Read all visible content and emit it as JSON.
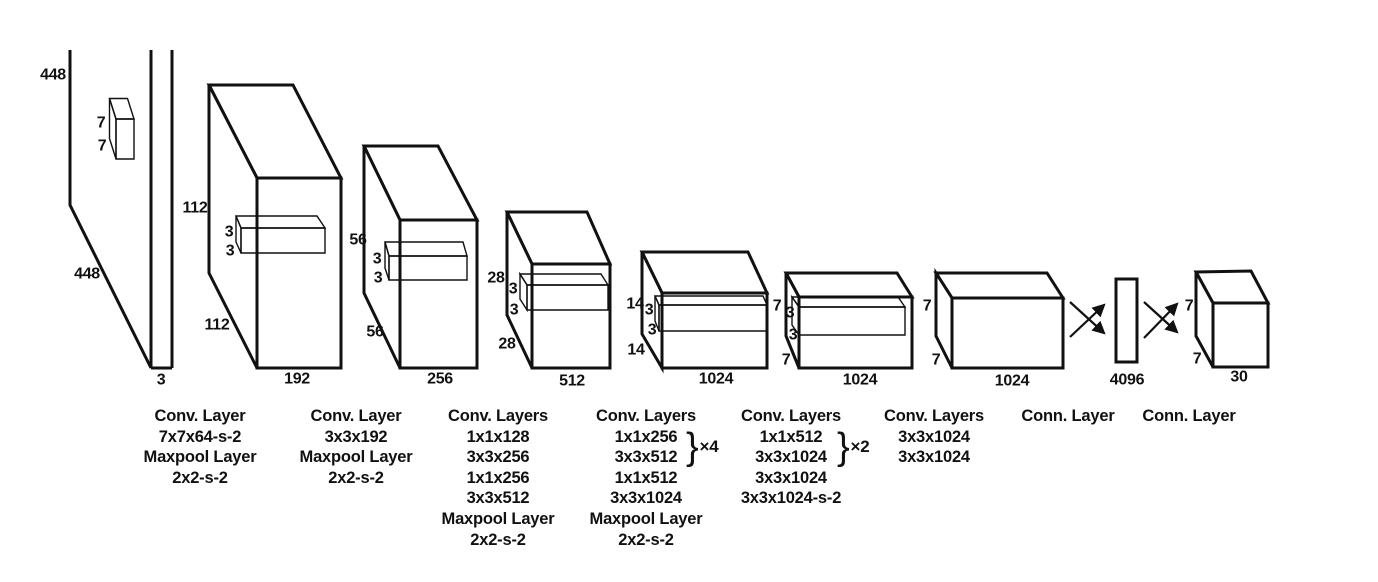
{
  "figure": {
    "input": {
      "height": "448",
      "width": "448",
      "depth": "3",
      "kernel_h": "7",
      "kernel_w": "7"
    },
    "stages": [
      {
        "height": "112",
        "width": "112",
        "depth": "192",
        "kernel_h": "3",
        "kernel_w": "3"
      },
      {
        "height": "56",
        "width": "56",
        "depth": "256",
        "kernel_h": "3",
        "kernel_w": "3"
      },
      {
        "height": "28",
        "width": "28",
        "depth": "512",
        "kernel_h": "3",
        "kernel_w": "3"
      },
      {
        "height": "14",
        "width": "14",
        "depth": "1024",
        "kernel_h": "3",
        "kernel_w": "3"
      },
      {
        "height": "7",
        "width": "7",
        "depth": "1024",
        "kernel_h": "3",
        "kernel_w": "3"
      },
      {
        "height": "7",
        "width": "7",
        "depth": "1024"
      }
    ],
    "fc": {
      "units": "4096"
    },
    "output": {
      "height": "7",
      "width": "7",
      "depth": "30"
    }
  },
  "labels": {
    "col1": {
      "lines": [
        "Conv. Layer",
        "7x7x64-s-2",
        "Maxpool Layer",
        "2x2-s-2"
      ]
    },
    "col2": {
      "lines": [
        "Conv. Layer",
        "3x3x192",
        "Maxpool Layer",
        "2x2-s-2"
      ]
    },
    "col3": {
      "lines": [
        "Conv. Layers",
        "1x1x128",
        "3x3x256",
        "1x1x256",
        "3x3x512",
        "Maxpool Layer",
        "2x2-s-2"
      ]
    },
    "col4": {
      "head": "Conv. Layers",
      "braced": [
        "1x1x256",
        "3x3x512"
      ],
      "brace": "}",
      "mult": "×4",
      "rest": [
        "1x1x512",
        "3x3x1024",
        "Maxpool Layer",
        "2x2-s-2"
      ]
    },
    "col5": {
      "head": "Conv. Layers",
      "braced": [
        "1x1x512",
        "3x3x1024"
      ],
      "brace": "}",
      "mult": "×2",
      "rest": [
        "3x3x1024",
        "3x3x1024-s-2"
      ]
    },
    "col6": {
      "lines": [
        "Conv. Layers",
        "3x3x1024",
        "3x3x1024"
      ]
    },
    "col7": {
      "lines": [
        "Conn. Layer"
      ]
    },
    "col8": {
      "lines": [
        "Conn. Layer"
      ]
    }
  },
  "colors": {
    "ink": "#111111",
    "background": "#ffffff"
  }
}
